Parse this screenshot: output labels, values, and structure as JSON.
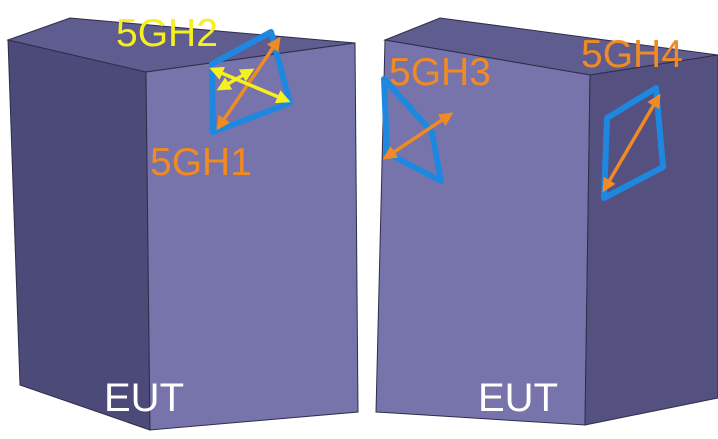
{
  "boxes": [
    {
      "eut_label": "EUT",
      "antennas": [
        {
          "label": "5GH2",
          "color": "#f5f01e"
        },
        {
          "label": "5GH1",
          "color": "#f08a24"
        }
      ]
    },
    {
      "eut_label": "EUT",
      "antennas": [
        {
          "label": "5GH3",
          "color": "#f08a24"
        },
        {
          "label": "5GH4",
          "color": "#f08a24"
        }
      ]
    }
  ],
  "colors": {
    "box_top": "#5f5c8f",
    "box_left": "#4c4a78",
    "box_front": "#7774ab",
    "box_right": "#545180",
    "edge": "#2f2d4a",
    "antenna_outline": "#1e88e0",
    "eut_text": "#ffffff",
    "arrow_orange": "#f08a24",
    "arrow_yellow": "#f5f01e"
  }
}
